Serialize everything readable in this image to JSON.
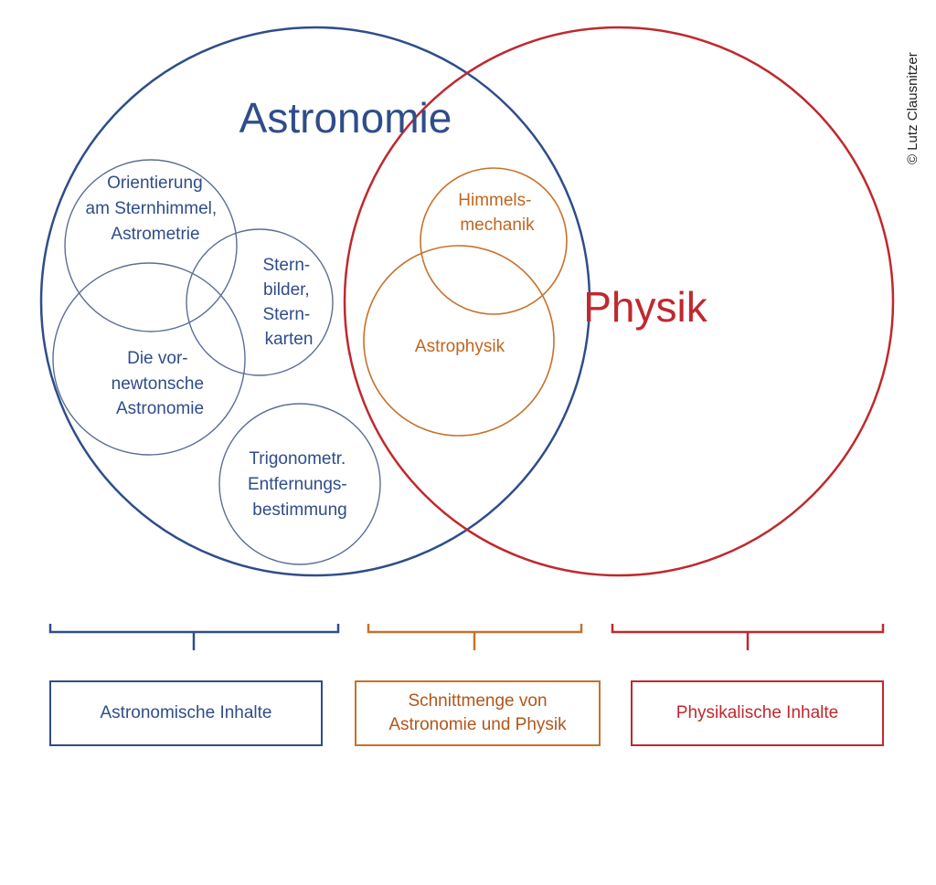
{
  "diagram": {
    "astronomy": {
      "title": "Astronomie",
      "color": "#2f4d8a",
      "topics": [
        {
          "lines": [
            "Orientierung",
            "am Sternhimmel,",
            "Astrometrie"
          ]
        },
        {
          "lines": [
            "Stern-",
            "bilder,",
            "Stern-",
            "karten"
          ]
        },
        {
          "lines": [
            "Die vor-",
            "newtonsche",
            "Astronomie"
          ]
        },
        {
          "lines": [
            "Trigonometr.",
            "Entfernungs-",
            "bestimmung"
          ]
        }
      ]
    },
    "physics": {
      "title": "Physik",
      "color": "#c0282d"
    },
    "intersection": {
      "color": "#c8712a",
      "topics": [
        {
          "lines": [
            "Himmels-",
            "mechanik"
          ]
        },
        {
          "lines": [
            "Astrophysik"
          ]
        }
      ]
    },
    "legend": {
      "astronomy_box": "Astronomische Inhalte",
      "intersection_box": [
        "Schnittmenge von",
        "Astronomie und Physik"
      ],
      "physics_box": "Physikalische Inhalte"
    },
    "copyright": "© Lutz Clausnitzer"
  }
}
